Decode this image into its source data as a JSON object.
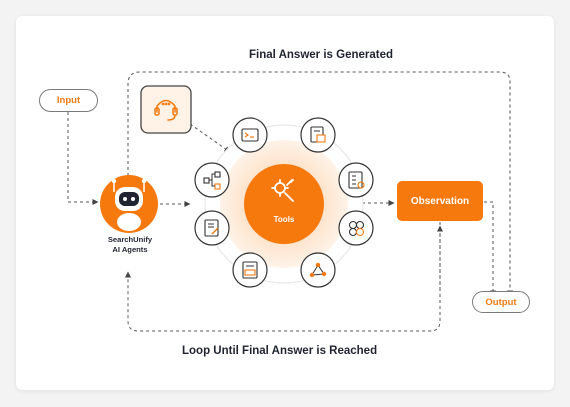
{
  "diagram": {
    "top_label": "Final Answer is Generated",
    "bottom_label": "Loop Until Final Answer is Reached",
    "input_label": "Input",
    "output_label": "Output",
    "observation_label": "Observation",
    "tools_label": "Tools",
    "agent_label_line1": "SearchUnify",
    "agent_label_line2": "AI Agents",
    "accent_color": "#f6790e",
    "text_color": "#1f2430",
    "tool_icons": [
      "terminal-icon",
      "document-image-icon",
      "checklist-icon",
      "node-graph-icon",
      "collaboration-icon",
      "network-icon",
      "database-icon",
      "document-edit-icon"
    ]
  }
}
